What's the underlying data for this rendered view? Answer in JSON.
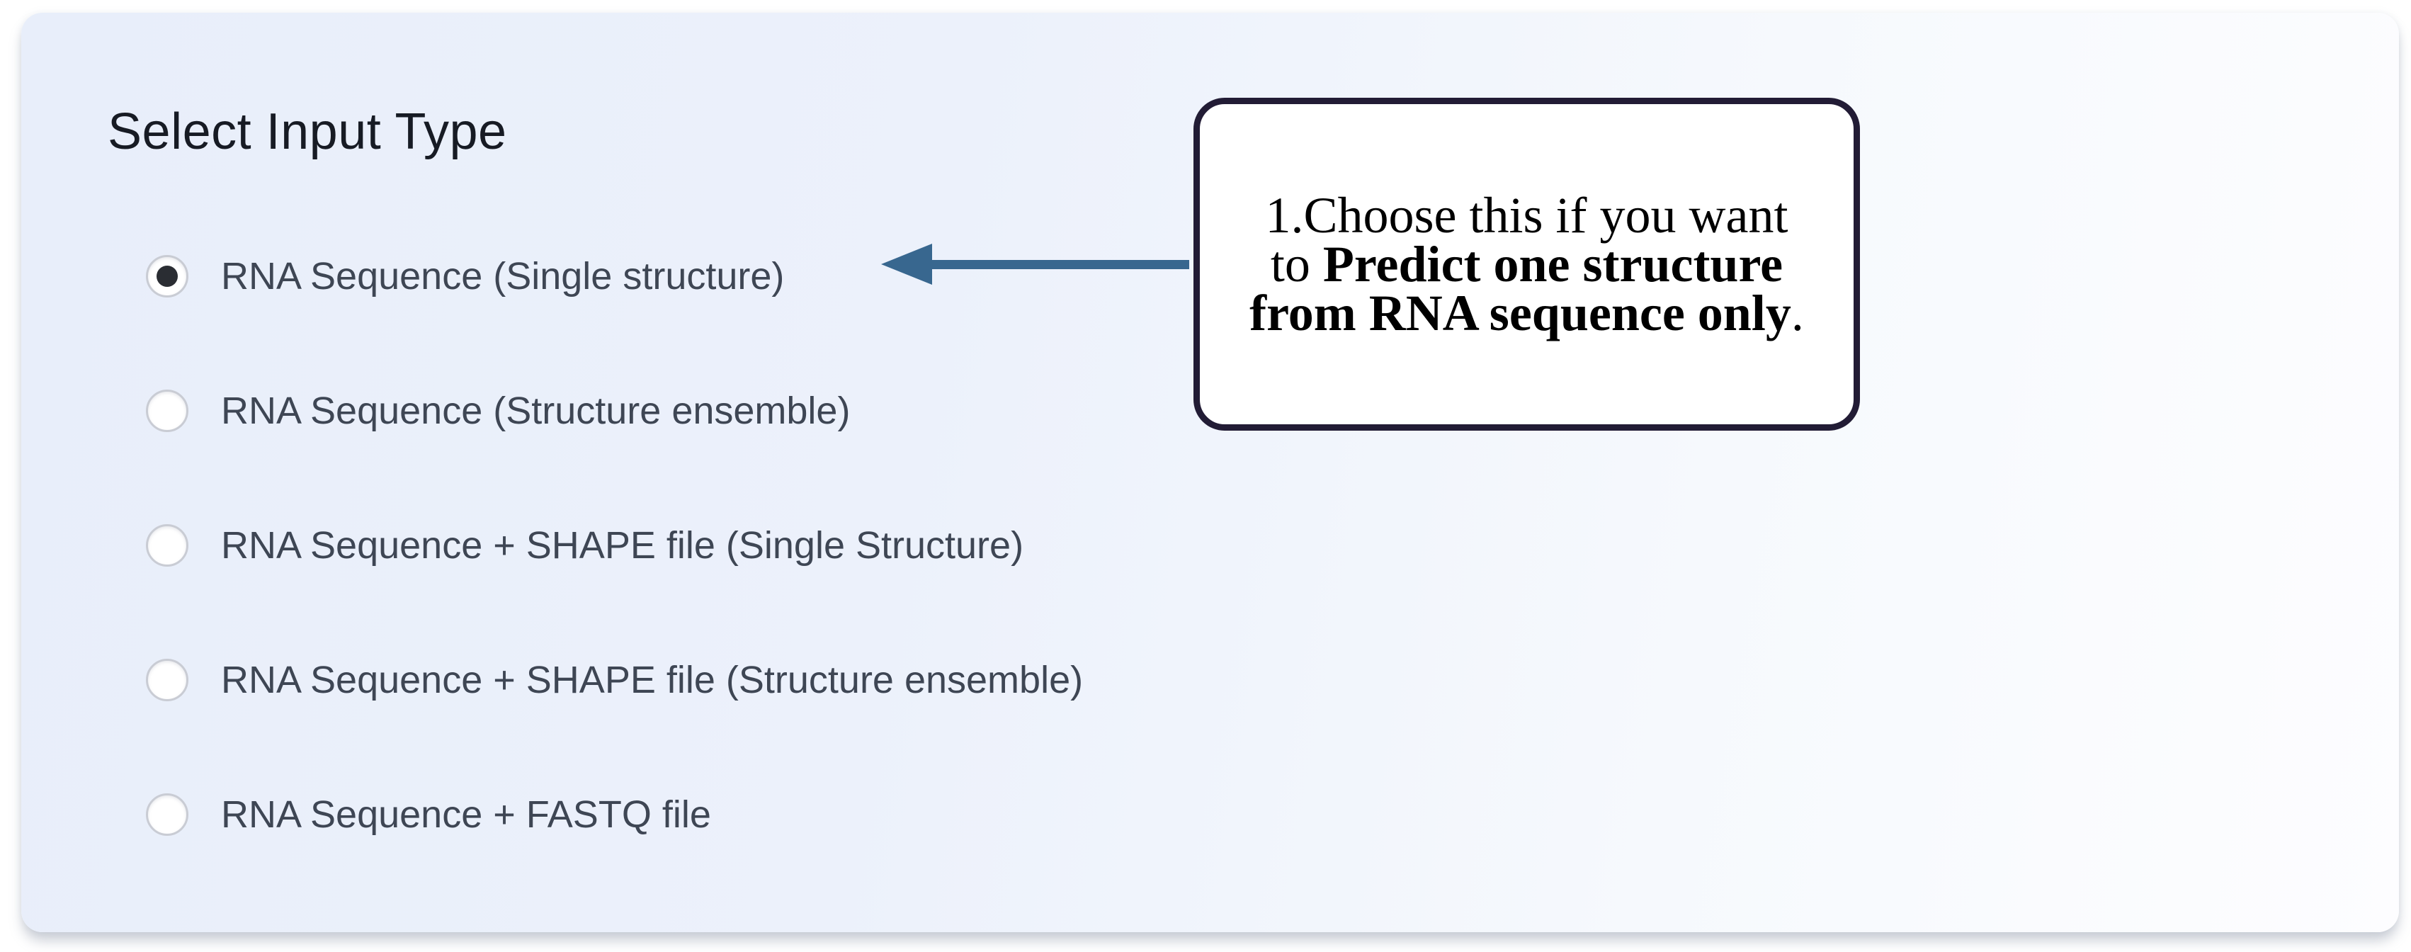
{
  "card": {
    "title": "Select Input Type",
    "options": [
      {
        "label": "RNA Sequence (Single structure)",
        "selected": true
      },
      {
        "label": "RNA Sequence (Structure ensemble)",
        "selected": false
      },
      {
        "label": "RNA Sequence + SHAPE file (Single Structure)",
        "selected": false
      },
      {
        "label": "RNA Sequence + SHAPE file (Structure ensemble)",
        "selected": false
      },
      {
        "label": "RNA Sequence + FASTQ file",
        "selected": false
      }
    ],
    "background_left": "#e8eefa",
    "background_right": "#fdfdff"
  },
  "annotation": {
    "line1": "1.Choose this if you want",
    "line2_regular": "to ",
    "line2_bold": "Predict one structure",
    "line3_bold": "from RNA sequence only",
    "line3_regular": ".",
    "border_color": "#221c35",
    "arrow_color": "#38678f",
    "selected_dot_color": "#2a2d33"
  }
}
